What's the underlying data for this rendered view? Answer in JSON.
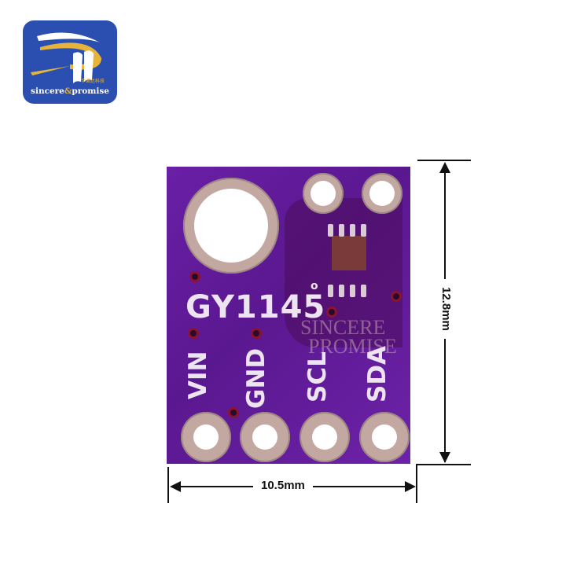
{
  "logo": {
    "brand_text_1": "sincere",
    "brand_amp": "&",
    "brand_text_2": "promise",
    "chinese_text": "李诺达科技",
    "colors": {
      "background": "#2a4fb0",
      "accent": "#e7b43a"
    }
  },
  "board": {
    "model_label": "GY1145",
    "pin_labels": [
      "VIN",
      "GND",
      "SCL",
      "SDA"
    ],
    "color": "#6a1fa6",
    "watermark": [
      "SINCERE",
      "PROMISE"
    ]
  },
  "dimensions": {
    "width_label": "10.5mm",
    "height_label": "12.8mm"
  }
}
